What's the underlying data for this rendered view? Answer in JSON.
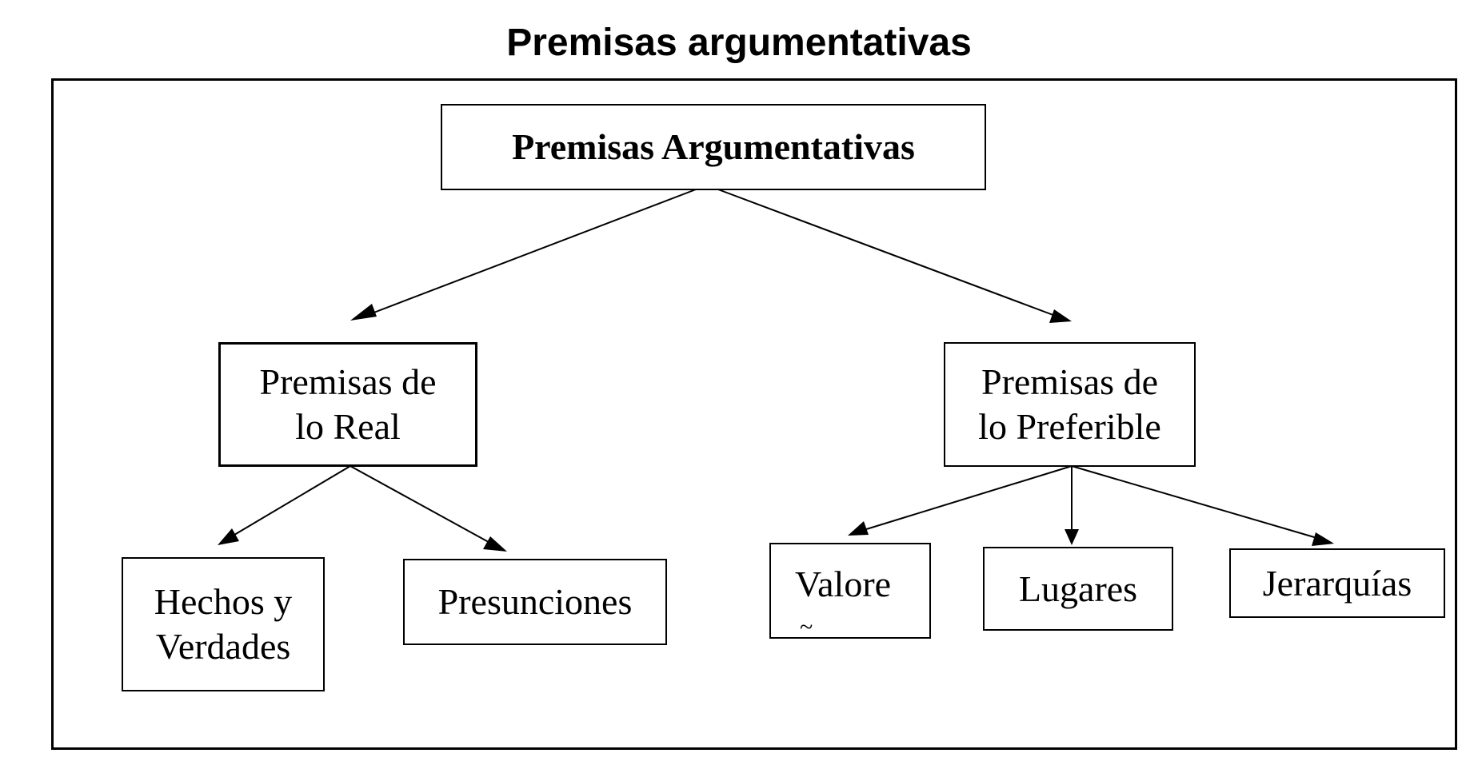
{
  "title": "Premisas argumentativas",
  "nodes": {
    "root": "Premisas Argumentativas",
    "real": "Premisas de\nlo Real",
    "preferible": "Premisas de\nlo Preferible",
    "hechos": "Hechos y\nVerdades",
    "presunciones": "Presunciones",
    "valores": "Valore",
    "lugares": "Lugares",
    "jerarquias": "Jerarquías"
  },
  "colors": {
    "line": "#000000",
    "background": "#ffffff"
  }
}
